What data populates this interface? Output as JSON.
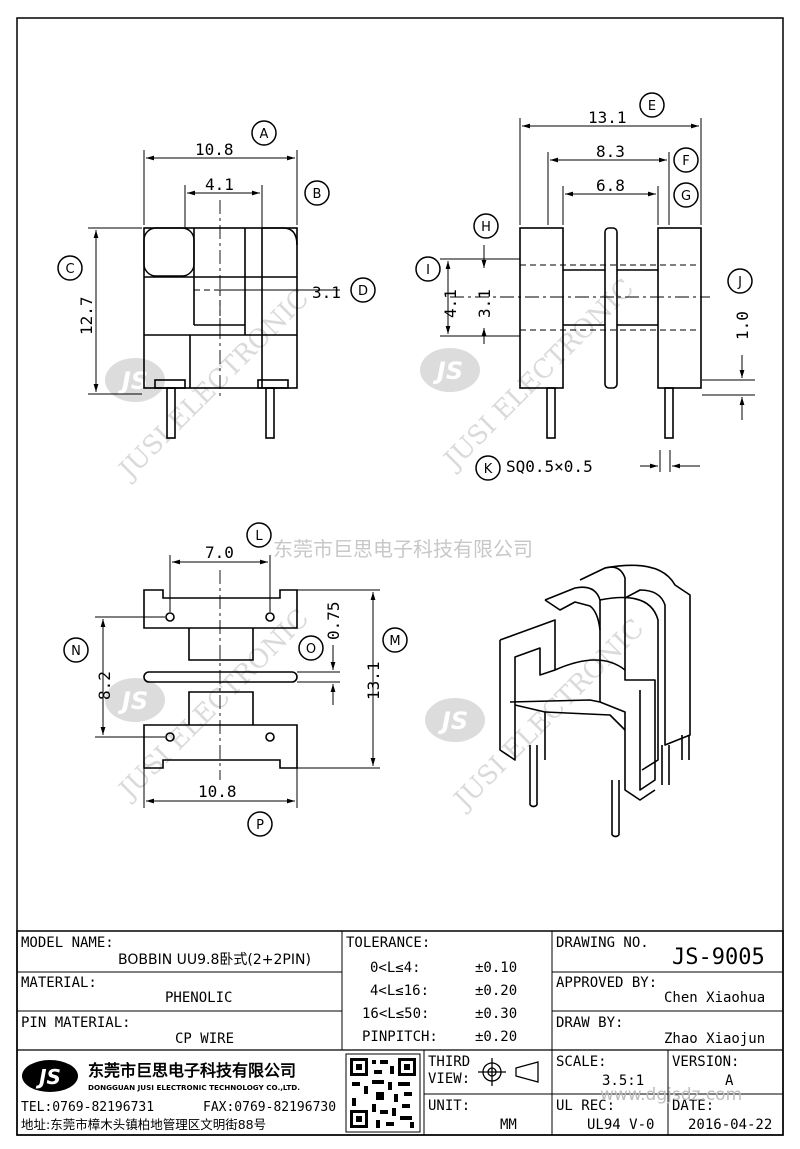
{
  "drawing": {
    "callouts": {
      "A": "A",
      "B": "B",
      "C": "C",
      "D": "D",
      "E": "E",
      "F": "F",
      "G": "G",
      "H": "H",
      "I": "I",
      "J": "J",
      "K": "K",
      "L": "L",
      "M": "M",
      "N": "N",
      "O": "O",
      "P": "P"
    },
    "dims": {
      "A": "10.8",
      "B": "4.1",
      "C": "12.7",
      "D": "3.1",
      "E": "13.1",
      "F": "8.3",
      "G": "6.8",
      "H": "4.1",
      "I": "3.1",
      "J": "1.0",
      "K": "SQ0.5×0.5",
      "L": "7.0",
      "M": "13.1",
      "N": "8.2",
      "O": "0.75",
      "P": "10.8"
    },
    "watermark_cn": "东莞市巨思电子科技有限公司",
    "watermark_en": "JUSI ELECTRONIC",
    "watermark_logo": "JS"
  },
  "title_block": {
    "model_name_label": "MODEL NAME:",
    "model_name": "BOBBIN UU9.8卧式(2+2PIN)",
    "material_label": "MATERIAL:",
    "material": "PHENOLIC",
    "pin_material_label": "PIN MATERIAL:",
    "pin_material": "CP WIRE",
    "tolerance_label": "TOLERANCE:",
    "tolerances": [
      {
        "range": "0<L≤4:",
        "value": "±0.10"
      },
      {
        "range": "4<L≤16:",
        "value": "±0.20"
      },
      {
        "range": "16<L≤50:",
        "value": "±0.30"
      },
      {
        "range": "PINPITCH:",
        "value": "±0.20"
      }
    ],
    "drawing_no_label": "DRAWING NO.",
    "drawing_no": "JS-9005",
    "approved_by_label": "APPROVED BY:",
    "approved_by": "Chen Xiaohua",
    "draw_by_label": "DRAW BY:",
    "draw_by": "Zhao Xiaojun",
    "company_logo": "JS",
    "company_cn": "东莞市巨思电子科技有限公司",
    "company_en": "DONGGUAN JUSI ELECTRONIC TECHNOLOGY CO.,LTD.",
    "tel": "TEL:0769-82196731",
    "fax": "FAX:0769-82196730",
    "address": "地址:东莞市樟木头镇柏地管理区文明街88号",
    "third_view_label_1": "THIRD",
    "third_view_label_2": "VIEW:",
    "unit_label": "UNIT:",
    "unit": "MM",
    "scale_label": "SCALE:",
    "scale": "3.5:1",
    "version_label": "VERSION:",
    "version": "A",
    "ul_rec_label": "UL REC:",
    "ul_rec": "UL94 V-0",
    "date_label": "DATE:",
    "date": "2016-04-22",
    "website": "www.dgjsdz.com"
  }
}
